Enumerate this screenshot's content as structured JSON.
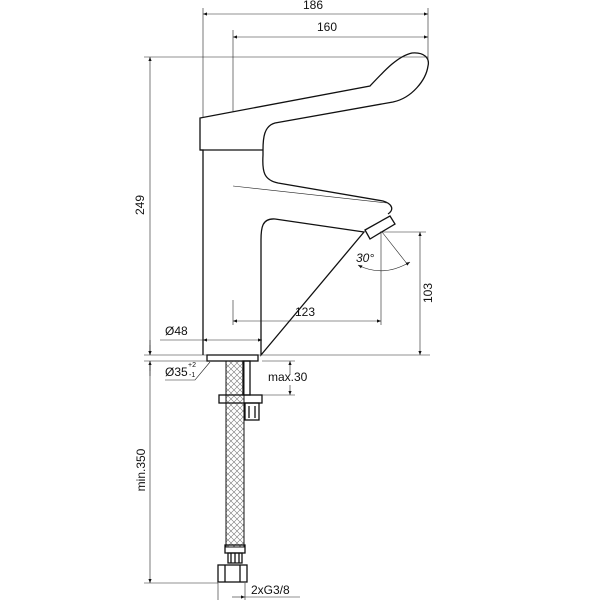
{
  "dimensions": {
    "overall_width": "186",
    "lever_reach": "160",
    "overall_height": "249",
    "spout_angle": "30°",
    "spout_height": "103",
    "spout_projection": "123",
    "body_diameter": "Ø48",
    "hole_diameter": "Ø35",
    "hole_tol_upper": "+2",
    "hole_tol_lower": "-1",
    "max_deck_thickness": "max.30",
    "hose_length": "min.350",
    "connection": "2xG3/8"
  }
}
